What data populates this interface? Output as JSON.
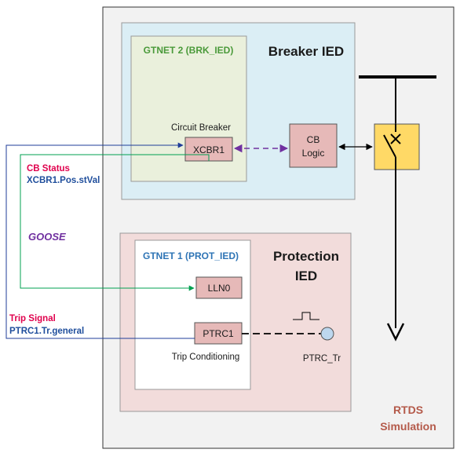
{
  "rtds": {
    "line1": "RTDS",
    "line2": "Simulation"
  },
  "breaker_ied": {
    "title": "Breaker IED",
    "gtnet": "GTNET 2 (BRK_IED)",
    "circuit_breaker_label": "Circuit Breaker",
    "xcbr": "XCBR1",
    "cb_logic_line1": "CB",
    "cb_logic_line2": "Logic"
  },
  "protection_ied": {
    "title_line1": "Protection",
    "title_line2": "IED",
    "gtnet": "GTNET 1 (PROT_IED)",
    "lln0": "LLN0",
    "ptrc": "PTRC1",
    "trip_conditioning_label": "Trip Conditioning",
    "ptrc_tr": "PTRC_Tr"
  },
  "signals": {
    "cb_status_title": "CB Status",
    "cb_status_value": "XCBR1.Pos.stVal",
    "goose": "GOOSE",
    "trip_signal_title": "Trip Signal",
    "trip_signal_value": "PTRC1.Tr.general"
  },
  "colors": {
    "breaker_ied_bg": "#dbeef5",
    "gtnet2_bg": "#eaf0dc",
    "protection_ied_bg": "#f2dcdb",
    "gtnet1_bg": "#ffffff",
    "block_fill": "#e6b9b8",
    "breaker_fill": "#ffd966",
    "red_text": "#e0004d",
    "blue_text": "#1f4e9c",
    "goose_purple": "#7030a0",
    "green_line": "#00a050",
    "navy_line": "#1f3d99",
    "rtds_brown": "#b45a4a"
  }
}
